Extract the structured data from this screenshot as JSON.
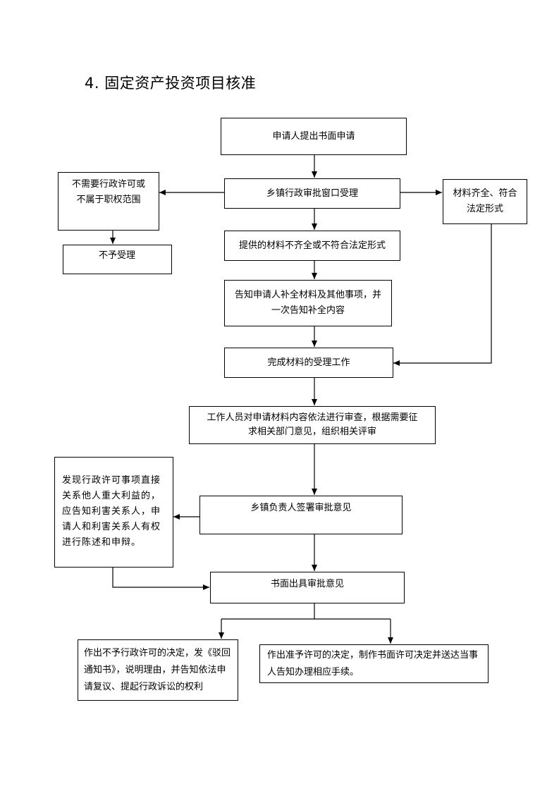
{
  "title": "4. 固定资产投资项目核准",
  "colors": {
    "line": "#000000",
    "box_border": "#000000",
    "background": "#ffffff"
  },
  "nodes": {
    "apply": "申请人提出书面申请",
    "window_accept": "乡镇行政审批窗口受理",
    "no_license_needed": "不需要行政许可或\n不属于职权范围",
    "not_accepted": "不予受理",
    "materials_complete": "材料齐全、符合\n法定形式",
    "materials_incomplete": "提供的材料不齐全或不符合法定形式",
    "notify_supplement": "告知申请人补全材料及其他事项，并\n一次告知补全内容",
    "complete_acceptance": "完成材料的受理工作",
    "staff_review": "工作人员对申请材料内容依法进行审查，根据需要征\n求相关部门意见，组织相关评审",
    "major_interest": "发现行政许可事项直接关系他人重大利益的，应告知利害关系人，申请人和利害关系人有权进行陈述和申辩。",
    "leader_sign": "乡镇负责人签署审批意见",
    "written_opinion": "书面出具审批意见",
    "deny_decision": "作出不予行政许可的决定，发《驳回通知书》，说明理由，并告知依法申请复议、提起行政诉讼的权利",
    "approve_decision": "作出准予许可的决定，制作书面许可决定并送达当事人告知办理相应手续。"
  }
}
